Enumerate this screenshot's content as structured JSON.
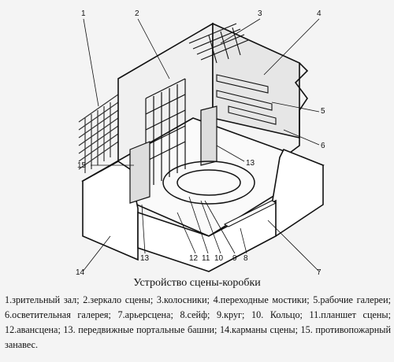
{
  "diagram": {
    "callouts": [
      "1",
      "2",
      "3",
      "4",
      "5",
      "6",
      "7",
      "8",
      "9",
      "10",
      "11",
      "12",
      "13",
      "13",
      "14",
      "15"
    ]
  },
  "caption": {
    "title": "Устройство сцены-коробки",
    "legend": "1.зрительный зал; 2.зеркало сцены; 3.колосники; 4.переходные мостики; 5.рабочие галереи; 6.осветительная галерея; 7.арьерсцена; 8.сейф; 9.круг; 10. Кольцо; 11.планшет сцены; 12.авансцена; 13. передвижные портальные башни; 14.карманы сцены; 15. противопожарный занавес."
  }
}
